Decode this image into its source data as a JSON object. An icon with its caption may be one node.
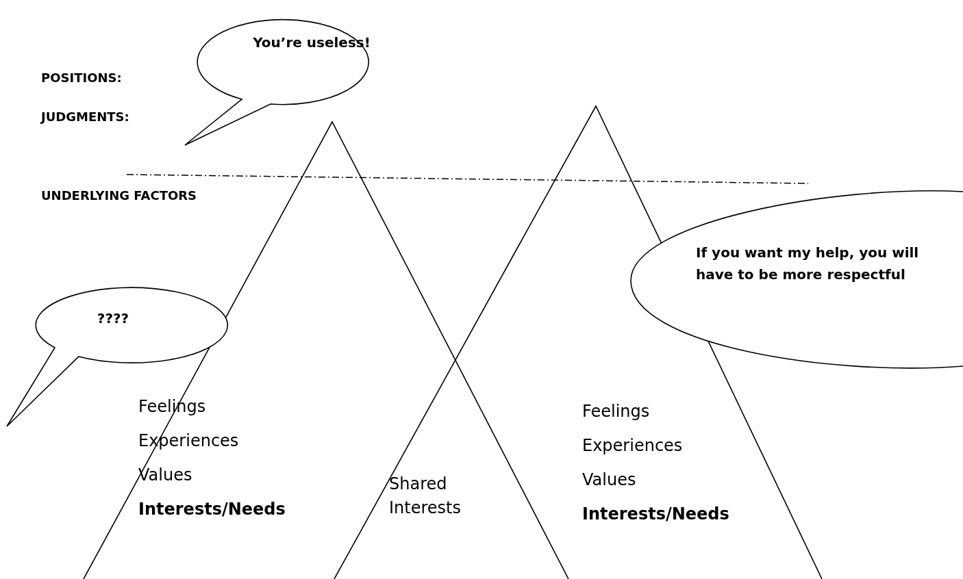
{
  "diagram": {
    "nodes": [
      {
        "text": [
          "You’re useless!"
        ]
      },
      {
        "text": [
          "Feelings",
          "Experiences",
          "Values",
          "Interests/Needs"
        ]
      },
      {
        "text": [
          "????"
        ]
      },
      {
        "text": [
          "Feelings",
          "Experiences",
          "Values",
          "Interests/Needs"
        ]
      },
      {
        "text": [
          "If you want my help, you will have to be more respectful"
        ]
      }
    ],
    "labels": [
      "POSITIONS:",
      "JUDGMENTS:",
      "UNDERLYING FACTORS",
      "Shared Interests"
    ]
  }
}
